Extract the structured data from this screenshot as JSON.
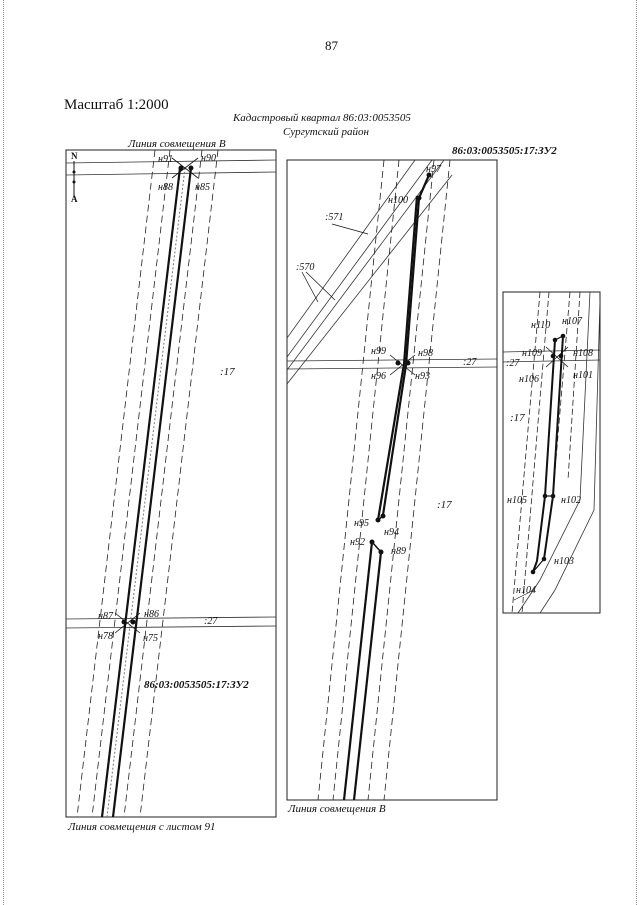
{
  "page_number": "87",
  "scale_label": "Масштаб 1:2000",
  "header": {
    "quarter": "Кадастровый квартал 86:03:0053505",
    "district": "Сургутский район"
  },
  "captions": {
    "frame1_top": "Линия совмещения В",
    "frame1_bottom": "Линия совмещения с листом 91",
    "frame2_bottom": "Линия совмещения В"
  },
  "plot_id": "86:03:0053505:17:ЗУ2",
  "north": {
    "n": "N",
    "s": "A"
  },
  "parcel_labels": {
    "p17": ":17",
    "p27": ":27",
    "p570": ":570",
    "p571": ":571"
  },
  "points": {
    "n91": "н91",
    "n90": "н90",
    "n88": "н88",
    "n85": "н85",
    "n87": "н87",
    "n86": "н86",
    "n78": "н78",
    "n75": "н75",
    "n97": "н97",
    "n100": "н100",
    "n99": "н99",
    "n98": "н98",
    "n96": "н96",
    "n93": "н93",
    "n95": "н95",
    "n94": "н94",
    "n92": "н92",
    "n89": "н89",
    "n110": "н110",
    "n107": "н107",
    "n109": "н109",
    "n108": "н108",
    "n106": "н106",
    "n101": "н101",
    "n105": "н105",
    "n102": "н102",
    "n103": "н103",
    "n104": "н104"
  }
}
